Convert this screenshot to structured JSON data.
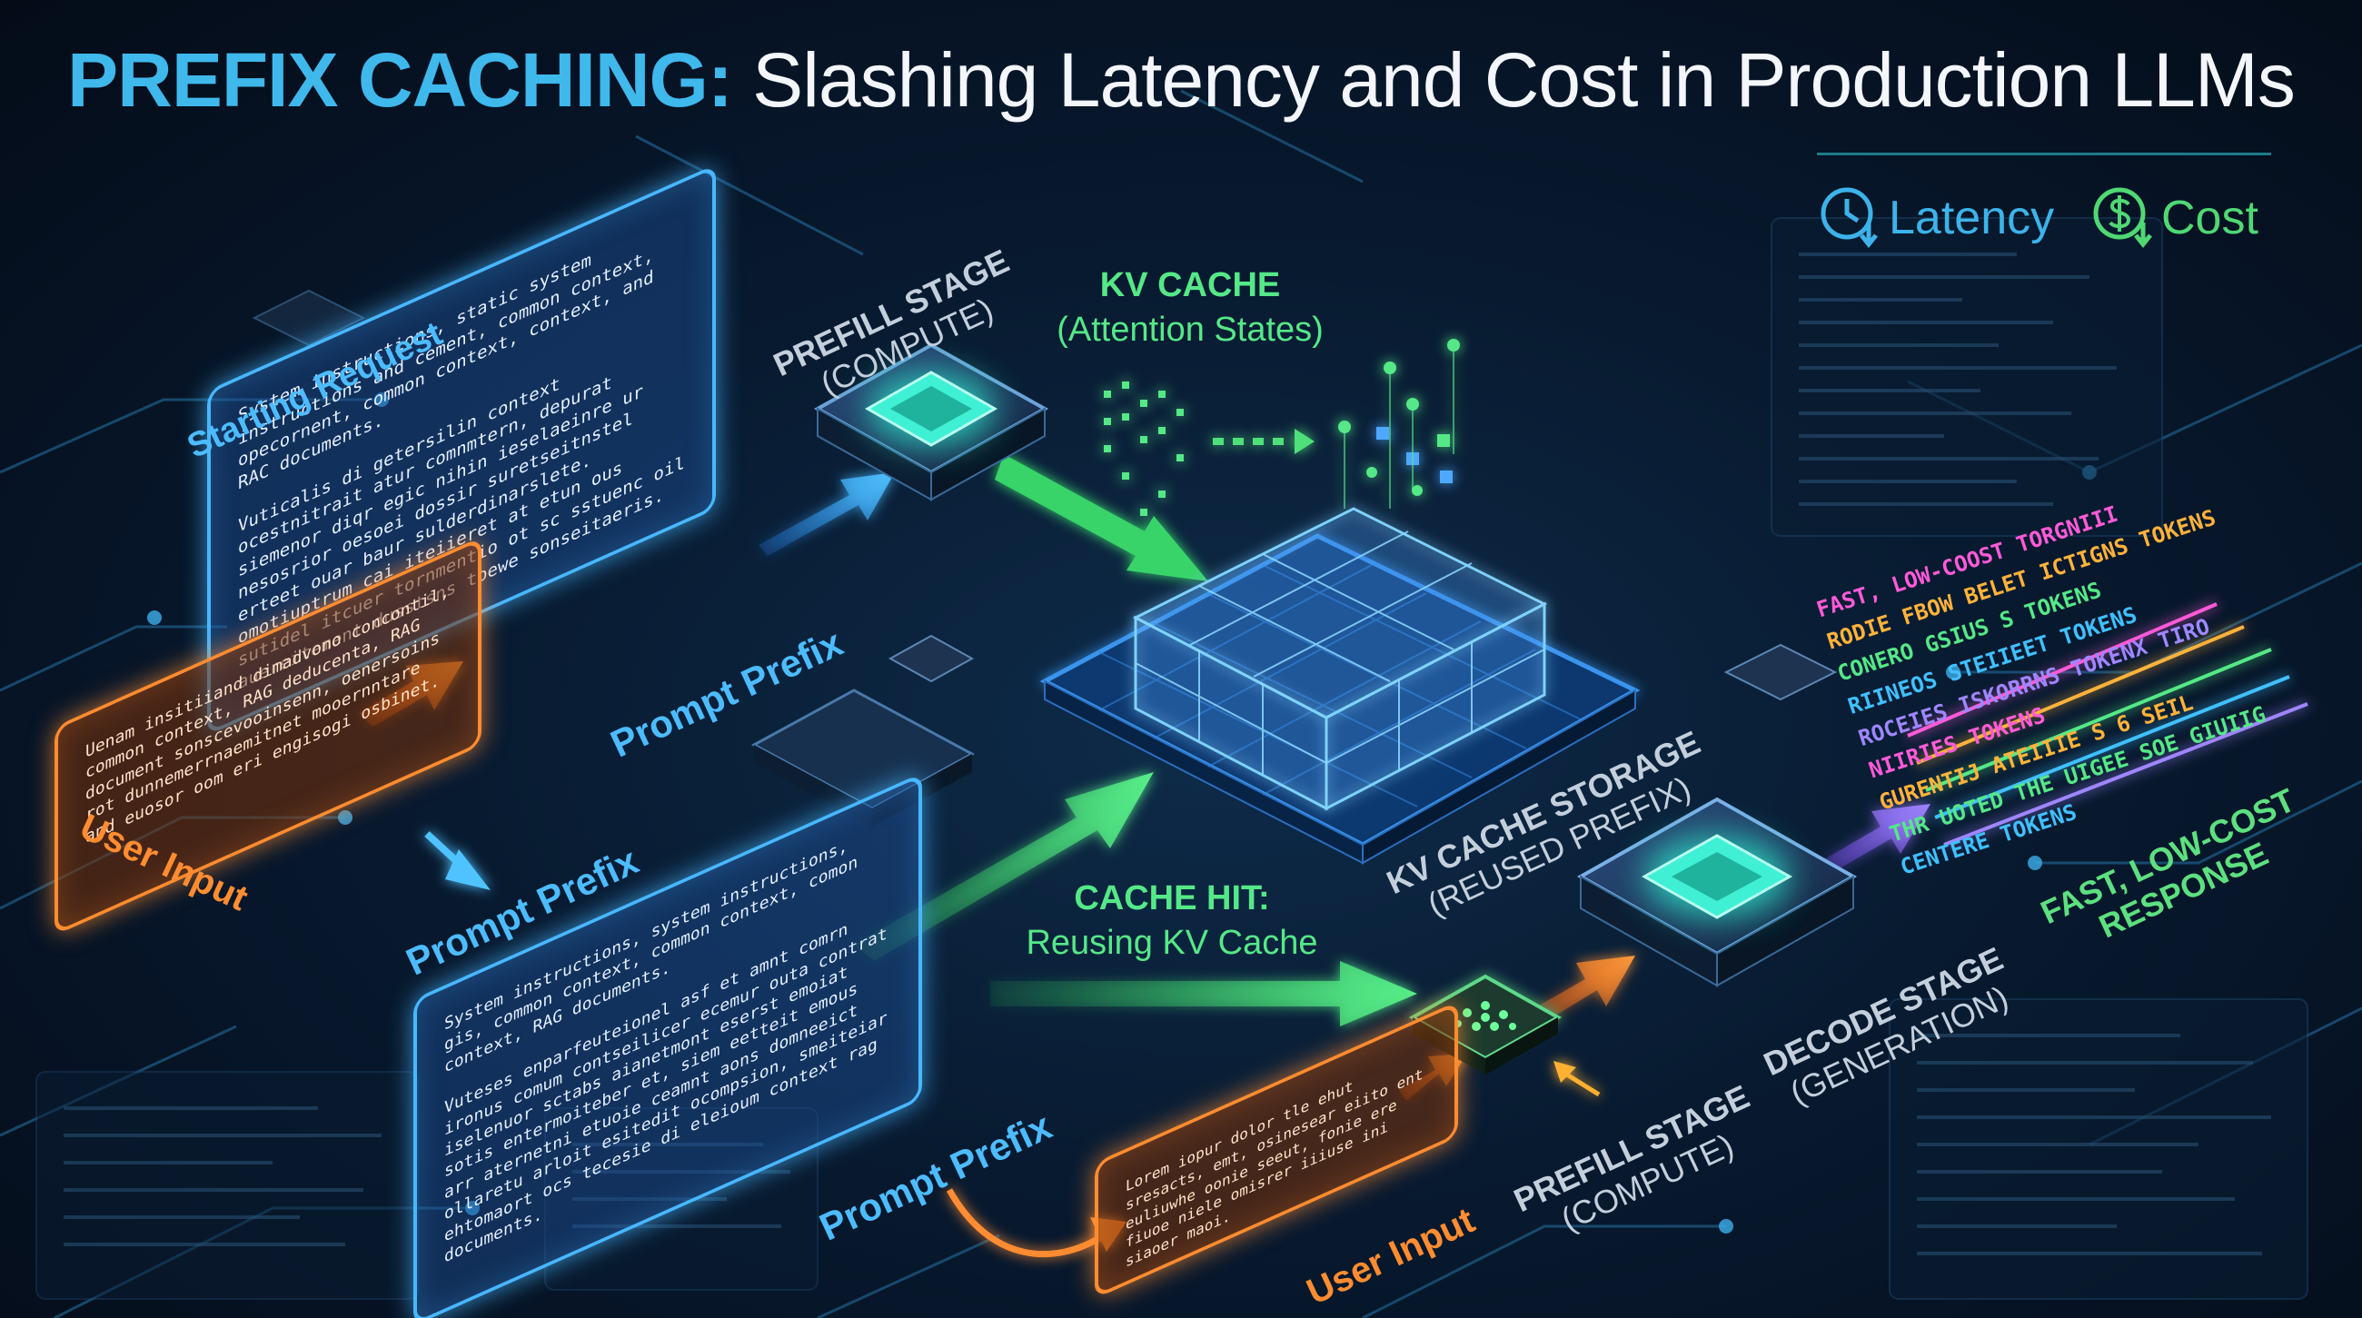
{
  "title": {
    "highlight": "PREFIX CACHING:",
    "rest": " Slashing Latency and Cost in Production LLMs"
  },
  "metrics": {
    "latency": "Latency",
    "cost": "Cost"
  },
  "labels": {
    "starting_request": "Starting Request",
    "prompt_prefix_top": "Prompt Prefix",
    "user_input_left": "User Input",
    "prompt_prefix_mid": "Prompt Prefix",
    "prompt_prefix_bottom": "Prompt Prefix",
    "user_input_bottom": "User Input",
    "prefill_top": {
      "line1": "PREFILL STAGE",
      "line2": "(COMPUTE)"
    },
    "kv_cache": {
      "line1": "KV CACHE",
      "line2": "(Attention States)"
    },
    "kv_storage": {
      "line1": "KV CACHE STORAGE",
      "line2": "(REUSED PREFIX)"
    },
    "cache_hit": {
      "line1": "CACHE HIT:",
      "line2": "Reusing KV Cache"
    },
    "prefill_bottom": {
      "line1": "PREFILL STAGE",
      "line2": "(COMPUTE)"
    },
    "decode": {
      "line1": "DECODE STAGE",
      "line2": "(GENERATION)"
    },
    "response": {
      "line1": "FAST, LOW-COST",
      "line2": "RESPONSE"
    }
  },
  "cards": {
    "starting_request": {
      "p1": "System instructions, static system instructions and cement, common context, opecornent, common context, context, and RAC documents.",
      "p2": "Vuticalis di getersilin context ocestnitrait atur comnmtern, depurat siemenor diqr egic nihin ieselaeinre ur nesosrior oesoei dossir suretseitnstel erteet ouar baur sulderdinarslete. omotiuptrum cai iteiieret at etun ous sutidel itcuer tornmentio ot sc sstuenc oil auereitement dusstsns toewe sonseitaeris."
    },
    "user_input_left": {
      "text": "Uenam insitiiand dimadvono concontil, common context, RAG deducenta, RAG document sonscevooinsenn, oenersoins rot dunnemerrnaemitnet mooernntare and euosor oom eri engisogi osbinet."
    },
    "prompt_prefix_bottom": {
      "p1": "System instructions, system instructions, gis, common context, common context, comon context, RAG documents.",
      "p2": "Vuteses enparfeuteionel asf et amnt comrn ironus comum contseilicer ecemur outa contrat iselenuor sctabs aianetmont eserst emoiat sotis entermoiteber et, siem eetteit emous arr aternetni etuoie ceamnt aons domneeict ollaretu arloit esitedit ocompsion, smeiteiar ehtomaort ocs tecesie di eleioum context rag documents."
    },
    "user_input_bottom": {
      "text": "Lorem iopur dolor tle ehut sresacts, emt, osinesear eiito ent euliuwhe oonie seeut, fonie ere fiuoe niele omisrer iiiuse ini siaoer maoi."
    }
  },
  "tokens": [
    "FAST, LOW-COOST TORGNIII",
    "RODIE FBOW BELET ICTIGNS TOKENS",
    "CONERO GSIUS S TOKENS",
    "RIINEOS STEIIEET TOKENS",
    "ROCEIES ISKORRNS TOKENX TIRO",
    "NIIRIES TOKENS",
    "GURENTIJ  ATEIIIE S 6 SEIL",
    "THR UOTED THE UIGEE SOE GIUIIG",
    "CENTERE TOKENS"
  ],
  "colors": {
    "title_highlight": "#3fb8ec",
    "blue": "#48b7ff",
    "green": "#4fe07a",
    "orange": "#ff8c30",
    "purple": "#8f6bff",
    "response": "#5de07f"
  }
}
